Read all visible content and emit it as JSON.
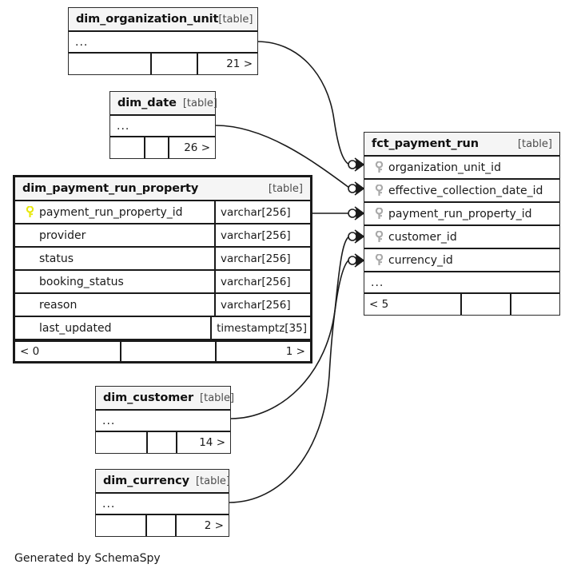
{
  "diagram": {
    "tool": "SchemaSpy",
    "credit": "Generated by SchemaSpy",
    "table_tag": "[table]",
    "ellipsis": "...",
    "colors": {
      "primary_key": "#e8e80f",
      "foreign_key": "#a9a9a9",
      "border": "#1a1a1a",
      "header_bg": "#f5f5f5",
      "page_bg": "#ffffff"
    }
  },
  "tables": {
    "dim_organization_unit": {
      "name": "dim_organization_unit",
      "tag": "[table]",
      "ellipsis": "...",
      "footer": {
        "left": "",
        "middle": "",
        "right": "21 >"
      }
    },
    "dim_date": {
      "name": "dim_date",
      "tag": "[table]",
      "ellipsis": "...",
      "footer": {
        "left": "",
        "middle": "",
        "right": "26 >"
      }
    },
    "dim_payment_run_property": {
      "name": "dim_payment_run_property",
      "tag": "[table]",
      "focal": true,
      "columns": [
        {
          "key": "primary",
          "key_icon": "key-icon",
          "name": "payment_run_property_id",
          "type": "varchar[256]"
        },
        {
          "key": "none",
          "key_icon": "",
          "name": "provider",
          "type": "varchar[256]"
        },
        {
          "key": "none",
          "key_icon": "",
          "name": "status",
          "type": "varchar[256]"
        },
        {
          "key": "none",
          "key_icon": "",
          "name": "booking_status",
          "type": "varchar[256]"
        },
        {
          "key": "none",
          "key_icon": "",
          "name": "reason",
          "type": "varchar[256]"
        },
        {
          "key": "none",
          "key_icon": "",
          "name": "last_updated",
          "type": "timestamptz[35]"
        }
      ],
      "footer": {
        "left": "< 0",
        "middle": "",
        "right": "1 >"
      }
    },
    "fct_payment_run": {
      "name": "fct_payment_run",
      "tag": "[table]",
      "columns": [
        {
          "key": "foreign",
          "key_icon": "key-icon",
          "name": "organization_unit_id"
        },
        {
          "key": "foreign",
          "key_icon": "key-icon",
          "name": "effective_collection_date_id"
        },
        {
          "key": "foreign",
          "key_icon": "key-icon",
          "name": "payment_run_property_id"
        },
        {
          "key": "foreign",
          "key_icon": "key-icon",
          "name": "customer_id"
        },
        {
          "key": "foreign",
          "key_icon": "key-icon",
          "name": "currency_id"
        }
      ],
      "ellipsis": "...",
      "footer": {
        "left": "< 5",
        "middle": "",
        "right": ""
      }
    },
    "dim_customer": {
      "name": "dim_customer",
      "tag": "[table]",
      "ellipsis": "...",
      "footer": {
        "left": "",
        "middle": "",
        "right": "14 >"
      }
    },
    "dim_currency": {
      "name": "dim_currency",
      "tag": "[table]",
      "ellipsis": "...",
      "footer": {
        "left": "",
        "middle": "",
        "right": "2 >"
      }
    }
  },
  "relationships": [
    {
      "from": "dim_organization_unit",
      "to": "fct_payment_run.organization_unit_id",
      "notation": "zero-or-many"
    },
    {
      "from": "dim_date",
      "to": "fct_payment_run.effective_collection_date_id",
      "notation": "zero-or-many"
    },
    {
      "from": "dim_payment_run_property",
      "to": "fct_payment_run.payment_run_property_id",
      "notation": "zero-or-many"
    },
    {
      "from": "dim_customer",
      "to": "fct_payment_run.customer_id",
      "notation": "zero-or-many"
    },
    {
      "from": "dim_currency",
      "to": "fct_payment_run.currency_id",
      "notation": "zero-or-many"
    }
  ]
}
